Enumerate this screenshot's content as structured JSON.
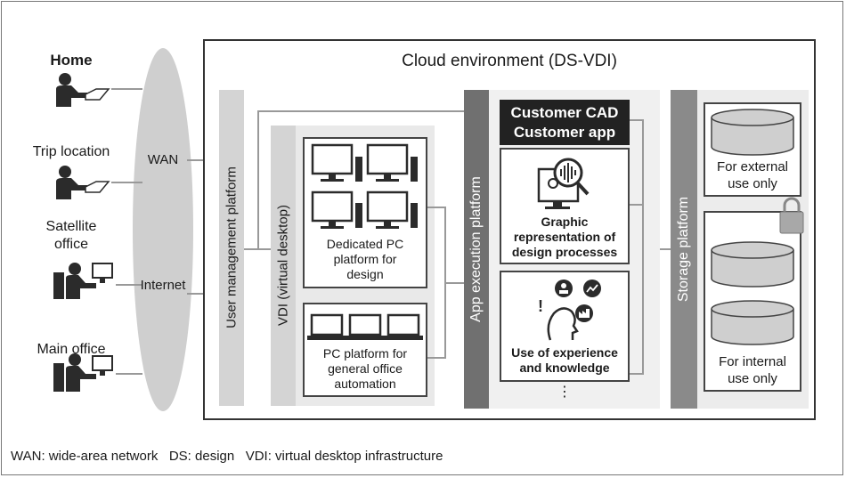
{
  "locations": {
    "home": "Home",
    "trip": "Trip location",
    "satellite_line1": "Satellite",
    "satellite_line2": "office",
    "main": "Main office"
  },
  "network": {
    "wan": "WAN",
    "internet": "Internet"
  },
  "cloud_title": "Cloud environment (DS-VDI)",
  "platforms": {
    "user_management": "User management platform",
    "vdi": "VDI (virtual desktop)",
    "app_execution": "App execution platform",
    "storage": "Storage platform"
  },
  "vdi_boxes": {
    "dedicated": [
      "Dedicated PC",
      "platform for",
      "design"
    ],
    "general": [
      "PC platform for",
      "general office",
      "automation"
    ]
  },
  "app_boxes": {
    "header": [
      "Customer CAD",
      "Customer app"
    ],
    "graphic": [
      "Graphic",
      "representation of",
      "design processes"
    ],
    "experience": [
      "Use of experience",
      "and knowledge"
    ],
    "ellipsis": "⋮"
  },
  "storage_boxes": {
    "external": [
      "For external",
      "use only"
    ],
    "internal": [
      "For internal",
      "use only"
    ]
  },
  "footer": "WAN: wide-area network   DS: design   VDI: virtual desktop infrastructure"
}
